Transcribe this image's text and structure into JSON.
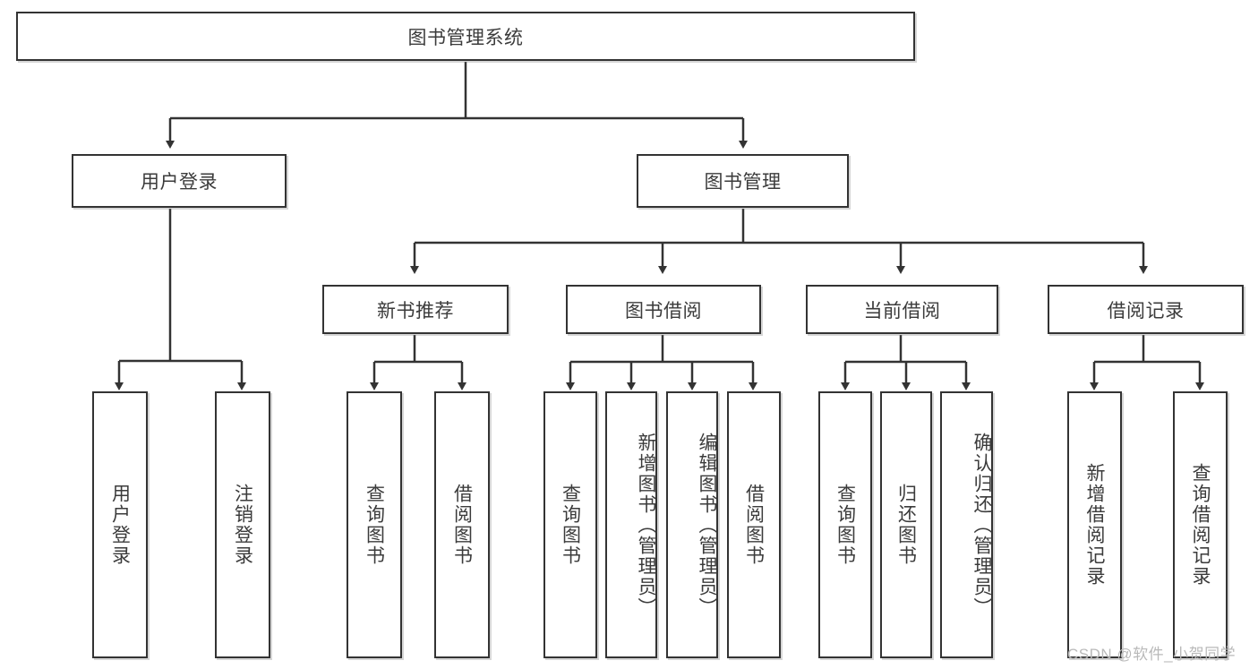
{
  "diagram": {
    "title": "图书管理系统",
    "type": "tree",
    "root": {
      "label": "图书管理系统"
    },
    "level1": [
      {
        "label": "用户登录"
      },
      {
        "label": "图书管理"
      }
    ],
    "level2": [
      {
        "label": "新书推荐"
      },
      {
        "label": "图书借阅"
      },
      {
        "label": "当前借阅"
      },
      {
        "label": "借阅记录"
      }
    ],
    "leaves": {
      "user_login": [
        {
          "label": "用户登录"
        },
        {
          "label": "注销登录"
        }
      ],
      "new_book_recommend": [
        {
          "label": "查询图书"
        },
        {
          "label": "借阅图书"
        }
      ],
      "book_borrow": [
        {
          "label": "查询图书"
        },
        {
          "label": "新增图书（管理员）"
        },
        {
          "label": "编辑图书（管理员）"
        },
        {
          "label": "借阅图书"
        }
      ],
      "current_borrow": [
        {
          "label": "查询图书"
        },
        {
          "label": "归还图书"
        },
        {
          "label": "确认归还（管理员）"
        }
      ],
      "borrow_record": [
        {
          "label": "新增借阅记录"
        },
        {
          "label": "查询借阅记录"
        }
      ]
    }
  },
  "watermark": {
    "text": "CSDN @软件_小贺同学"
  },
  "colors": {
    "stroke": "#333333",
    "text": "#3b3b3b",
    "background": "#ffffff",
    "watermark": "#b9b9b9"
  }
}
